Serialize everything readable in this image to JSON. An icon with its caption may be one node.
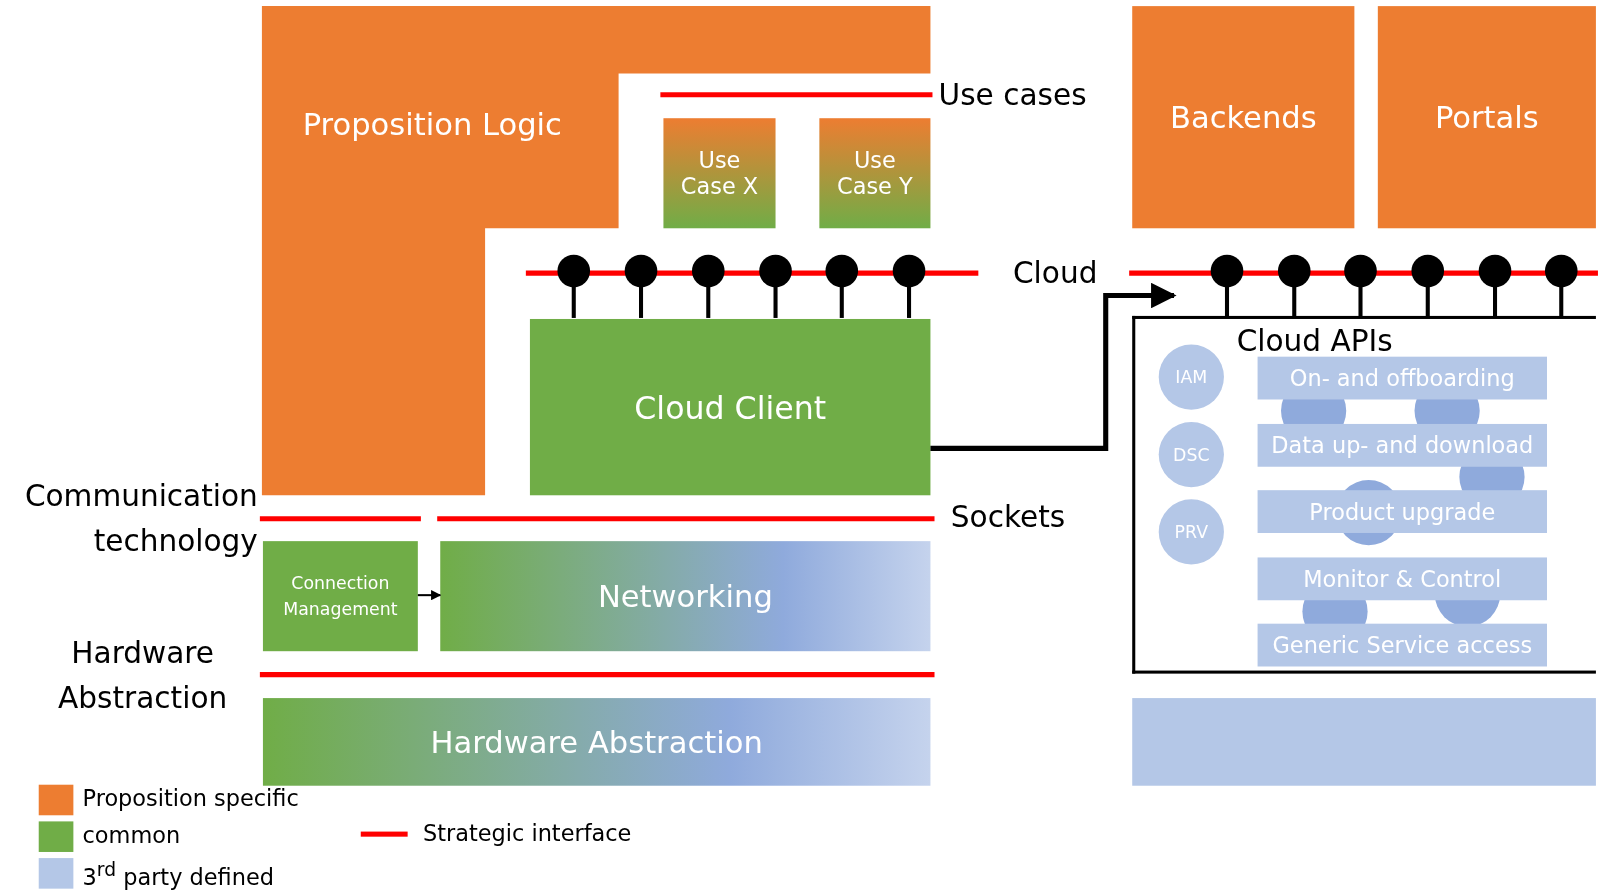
{
  "diagram": {
    "nodes": [
      {
        "text": [
          "Proposition Logic"
        ]
      },
      {
        "text": [
          "Use Case X"
        ]
      },
      {
        "text": [
          "Use Case Y"
        ]
      },
      {
        "text": [
          "Cloud Client"
        ]
      },
      {
        "text": [
          "Connection Management"
        ]
      },
      {
        "text": [
          "Networking"
        ]
      },
      {
        "text": [
          "Hardware Abstraction"
        ]
      },
      {
        "text": [
          "Backends"
        ]
      },
      {
        "text": [
          "Portals"
        ]
      },
      {
        "text": [
          "Cloud APIs"
        ]
      },
      {
        "text": [
          "IAM"
        ],
        "in": 9
      },
      {
        "text": [
          "DSC"
        ],
        "in": 9
      },
      {
        "text": [
          "PRV"
        ],
        "in": 9
      },
      {
        "text": [
          "On- and offboarding"
        ],
        "in": 9
      },
      {
        "text": [
          "Data up- and download"
        ],
        "in": 9
      },
      {
        "text": [
          "Product upgrade"
        ],
        "in": 9
      },
      {
        "text": [
          "Monitor & Control"
        ],
        "in": 9
      },
      {
        "text": [
          "Generic Service access"
        ],
        "in": 9
      },
      {
        "text": [],
        "shape": "box"
      }
    ],
    "edges": [
      {
        "from": 4,
        "to": 5,
        "arrow": "to"
      },
      {
        "from": 3,
        "to": 9,
        "arrow": "to",
        "style": "thick"
      }
    ],
    "labels": [
      "Use cases",
      "Cloud",
      "Communication technology",
      "Sockets",
      "Hardware Abstraction"
    ],
    "legend": [
      {
        "text": "Proposition specific",
        "color": "#ed7d31"
      },
      {
        "text": "common",
        "color": "#70ad47"
      },
      {
        "text": "3$^{rd}$ party defined",
        "color": "#b4c7e7"
      },
      {
        "text": "Strategic interface"
      }
    ]
  }
}
